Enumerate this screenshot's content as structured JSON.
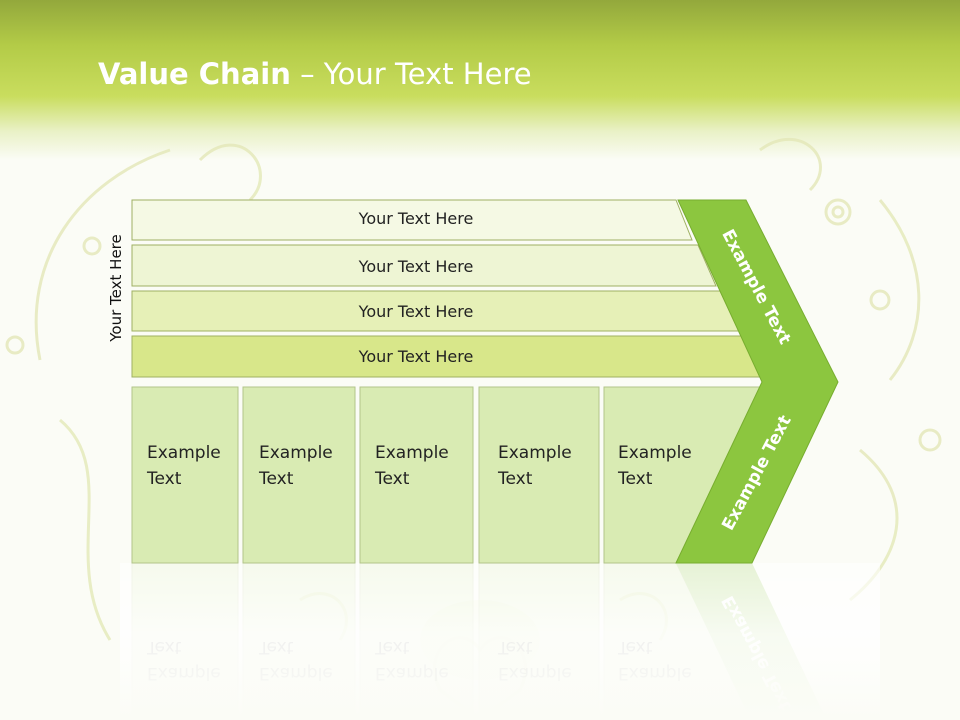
{
  "slide": {
    "title_bold": "Value Chain",
    "title_rest": " – Your Text Here",
    "side_label": "Your Text Here"
  },
  "diagram": {
    "bars": [
      {
        "label": "Your Text Here"
      },
      {
        "label": "Your Text Here"
      },
      {
        "label": "Your Text Here"
      },
      {
        "label": "Your Text Here"
      }
    ],
    "boxes": [
      {
        "line1": "Example",
        "line2": "Text"
      },
      {
        "line1": "Example",
        "line2": "Text"
      },
      {
        "line1": "Example",
        "line2": "Text"
      },
      {
        "line1": "Example",
        "line2": "Text"
      },
      {
        "line1": "Example",
        "line2": "Text"
      }
    ],
    "arrow_labels": {
      "upper": "Example Text",
      "lower": "Example Text"
    }
  },
  "colors": {
    "accent_green": "#8cc63f",
    "bar_fills": [
      "#f5f9e4",
      "#eef5d4",
      "#e6f0b7",
      "#d8e78a"
    ],
    "box_fill": "#d9ebb3",
    "header_green": "#b3cb47"
  }
}
